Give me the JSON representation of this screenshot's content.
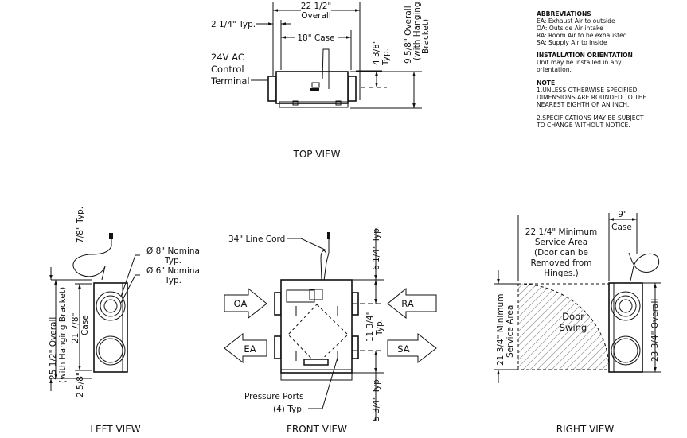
{
  "notes": {
    "abbreviations_title": "ABBREVIATIONS",
    "abbreviations": [
      "EA: Exhaust Air to outside",
      "OA: Outside Air intake",
      "RA: Room Air to be exhausted",
      "SA: Supply Air to inside"
    ],
    "orientation_title": "INSTALLATION ORIENTATION",
    "orientation": [
      "Unit may be installed in any",
      "orientation."
    ],
    "note_title": "NOTE",
    "note1": [
      "1.UNLESS OTHERWISE SPECIFIED,",
      "DIMENSIONS ARE ROUNDED TO THE",
      "NEAREST EIGHTH OF AN INCH."
    ],
    "note2": [
      "2.SPECIFICATIONS MAY BE SUBJECT",
      "TO CHANGE WITHOUT NOTICE."
    ]
  },
  "top_view": {
    "title": "TOP VIEW",
    "overall": [
      "22 1/2\"",
      "Overall"
    ],
    "case": "18\" Case",
    "duct": "2 1/4\" Typ.",
    "terminal": [
      "24V AC",
      "Control",
      "Terminal"
    ],
    "port_offset": [
      "4 3/8\"",
      "Typ."
    ],
    "height": [
      "9 5/8\" Overall",
      "(with Hanging",
      "Bracket)"
    ]
  },
  "left_view": {
    "title": "LEFT VIEW",
    "top": "7/8\" Typ.",
    "overall": [
      "25 1/2\" Overall",
      "(with Hanging Bracket)"
    ],
    "case": [
      "21 7/8\"",
      "Case"
    ],
    "bottom": "2 5/8\"",
    "port8": [
      "Ø 8\" Nominal",
      "Typ."
    ],
    "port6": [
      "Ø 6\" Nominal",
      "Typ."
    ]
  },
  "front_view": {
    "title": "FRONT VIEW",
    "cord": "34\" Line Cord",
    "ports": {
      "oa": "OA",
      "ra": "RA",
      "ea": "EA",
      "sa": "SA"
    },
    "dim_top": "6 1/4\" Typ.",
    "dim_mid": [
      "11 3/4\"",
      "Typ."
    ],
    "dim_bottom": "5 3/4\" Typ.",
    "pressure": [
      "Pressure Ports",
      "(4) Typ."
    ]
  },
  "right_view": {
    "title": "RIGHT VIEW",
    "service": [
      "22 1/4\" Minimum",
      "Service Area",
      "(Door can be",
      "Removed from",
      "Hinges.)"
    ],
    "case": [
      "9\"",
      "Case"
    ],
    "door": [
      "Door",
      "Swing"
    ],
    "min_service": [
      "21 3/4\" Minimum",
      "Service Area"
    ],
    "overall": "23 3/4\" Overall"
  }
}
